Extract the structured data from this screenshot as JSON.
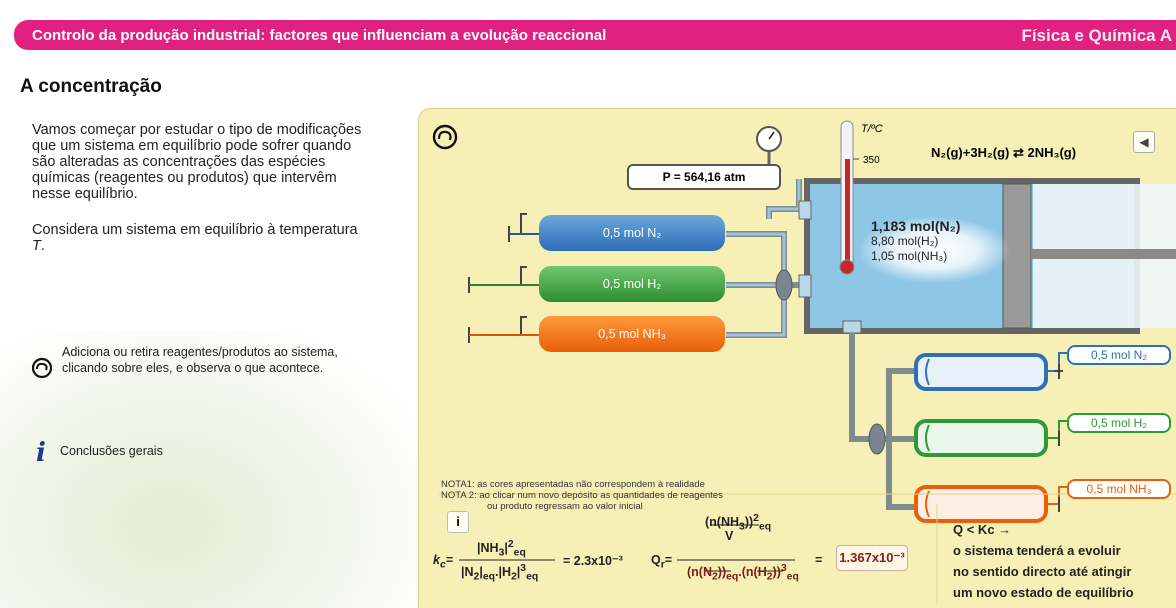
{
  "header": {
    "title": "Controlo da produção industrial: factores que influenciam a evolução reaccional",
    "subject": "Física e Química A"
  },
  "section_title": "A concentração",
  "intro": {
    "p1": "Vamos começar por estudar o tipo de modificações que um sistema em equilíbrio pode sofrer quando são alteradas as concentrações das espécies químicas (reagentes ou produtos) que intervêm nesse equilíbrio.",
    "p2_prefix": "Considera um sistema em equilíbrio à temperatura ",
    "p2_var": "T",
    "p2_suffix": "."
  },
  "hint": "Adiciona ou retira reagentes/produtos ao sistema, clicando sobre eles, e observa o que acontece.",
  "conclusions_label": "Conclusões gerais",
  "sim": {
    "pressure": "P = 564,16 atm",
    "temp_axis": "T/ºC",
    "temp_value": "350",
    "equation": "N₂(g)+3H₂(g) ⇄ 2NH₃(g)",
    "left_tanks": [
      {
        "label": "0,5 mol N₂",
        "color": "#3d82c8"
      },
      {
        "label": "0,5 mol H₂",
        "color": "#3ea63e"
      },
      {
        "label": "0,5 mol NH₃",
        "color": "#f07010"
      }
    ],
    "right_tanks": [
      {
        "label": "0,5 mol N₂",
        "color": "#2f6fb8"
      },
      {
        "label": "0,5 mol H₂",
        "color": "#2e9a36"
      },
      {
        "label": "0,5 mol NH₃",
        "color": "#e8610a"
      }
    ],
    "composition": {
      "n2": "1,183 mol(N₂)",
      "h2": "8,80 mol(H₂)",
      "nh3": "1,05 mol(NH₃)"
    },
    "note1": "NOTA1: as cores apresentadas não correspondem à realidade",
    "note2a": "NOTA 2: ao clicar num novo depósito as quantidades de reagentes",
    "note2b": "ou produto regressam ao valor inicial",
    "i_button": "i",
    "kc_value": "= 2.3x10⁻³",
    "qr_value": "1.367x10⁻³",
    "comparison": "Q < Kc  →",
    "conclusion_lines": [
      "o sistema tenderá a evoluir",
      "no sentido directo até atingir",
      "um novo estado de equilíbrio"
    ]
  }
}
